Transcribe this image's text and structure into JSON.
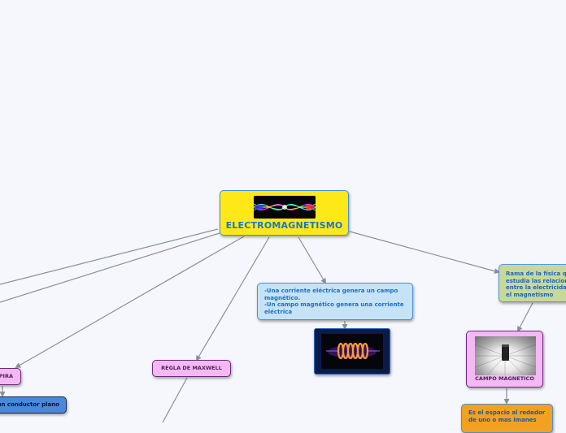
{
  "map": {
    "central": {
      "title": "ELECTROMAGNETISMO",
      "image_icon": "electromagnetic-field-image"
    },
    "corriente": {
      "lines": [
        "-Una corriente eléctrica genera un campo",
        "magnético.",
        "-Un campo magnético genera una corriente",
        "eléctrica"
      ]
    },
    "coil_image": {
      "icon": "coil-solenoid-image"
    },
    "rama": {
      "lines": [
        "Rama de la física que",
        "estudia las relaciones",
        "entre la electricidad y",
        "el magnetismo"
      ]
    },
    "campo": {
      "title": "CAMPO MAGNETICO",
      "image_icon": "magnet-iron-filings-image"
    },
    "espacio": {
      "lines": [
        "Es el espacio al rededor",
        "de uno o mas imanes"
      ]
    },
    "maxwell": {
      "title": "REGLA DE MAXWELL"
    },
    "espira": {
      "title": "PIRA"
    },
    "conductor": {
      "title": "un conductor plano"
    }
  },
  "colors": {
    "central_fill": "#ffe818",
    "central_text": "#1478c9",
    "info_fill": "#c6e2f7",
    "rama_fill": "#c6d99a",
    "topic_fill": "#f4b8f4",
    "espacio_fill": "#f4a020",
    "conductor_fill": "#4b88d8",
    "connector": "#8a8f99"
  }
}
